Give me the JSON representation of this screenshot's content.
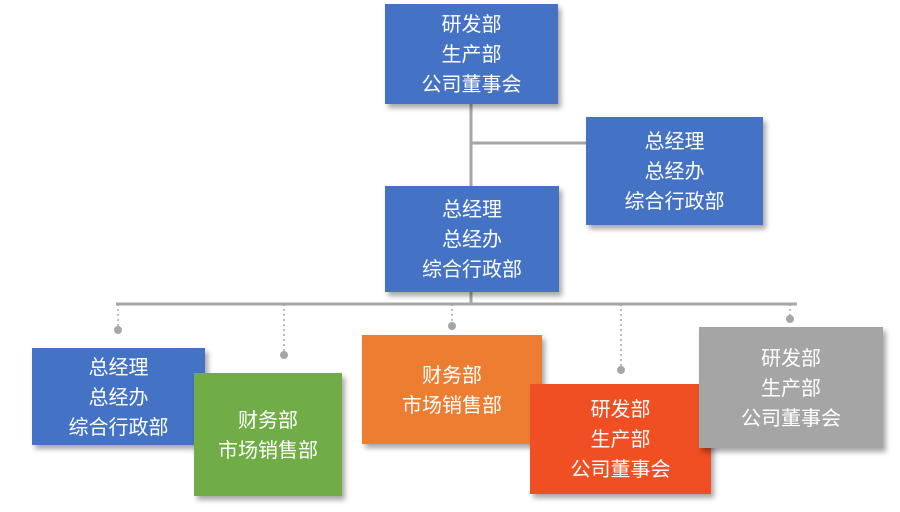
{
  "colors": {
    "blue": "#4472c4",
    "green": "#70ad47",
    "orange": "#ed7d31",
    "red": "#f04e23",
    "gray": "#a5a5a5",
    "line": "#a6a6a6"
  },
  "nodes": {
    "top": {
      "lines": [
        "研发部",
        "生产部",
        "公司董事会"
      ]
    },
    "assistant": {
      "lines": [
        "总经理",
        "总经办",
        "综合行政部"
      ]
    },
    "middle": {
      "lines": [
        "总经理",
        "总经办",
        "综合行政部"
      ]
    },
    "child1": {
      "lines": [
        "总经理",
        "总经办",
        "综合行政部"
      ]
    },
    "child2": {
      "lines": [
        "财务部",
        "市场销售部"
      ]
    },
    "child3": {
      "lines": [
        "财务部",
        "市场销售部"
      ]
    },
    "child4": {
      "lines": [
        "研发部",
        "生产部",
        "公司董事会"
      ]
    },
    "child5": {
      "lines": [
        "研发部",
        "生产部",
        "公司董事会"
      ]
    }
  }
}
